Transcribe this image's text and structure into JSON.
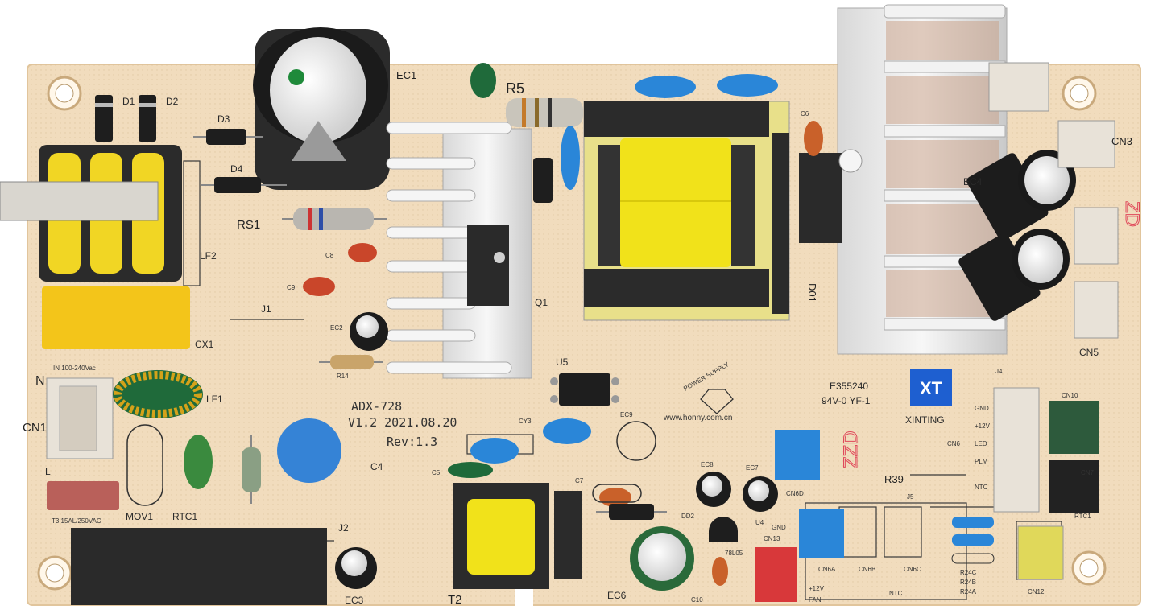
{
  "board": {
    "model": "ADX-728",
    "version": "V1.2  2021.08.20",
    "rev": "Rev:1.3",
    "input_rating": "IN 100-240Vac",
    "fuse": "T3.15AL/250VAC",
    "logo_text": "POWER SUPPLY",
    "website": "www.honny.com.cn",
    "ul_number": "E355240",
    "flammability": "94V-0  YF-1",
    "brand_mark": "XT",
    "brand_name": "XINTING",
    "handwritten_marks": [
      "ZD",
      "ZZD"
    ]
  },
  "refs": {
    "EC1": "EC1",
    "R5": "R5",
    "D1": "D1",
    "D2": "D2",
    "D3": "D3",
    "D4": "D4",
    "RS1": "RS1",
    "LF2": "LF2",
    "C8": "C8",
    "C9": "C9",
    "J1": "J1",
    "EC2": "EC2",
    "R14": "R14",
    "CX1": "CX1",
    "N": "N",
    "LF1": "LF1",
    "CN1": "CN1",
    "L": "L",
    "MOV1": "MOV1",
    "RTC1": "RTC1",
    "C4": "C4",
    "CY3": "CY3",
    "C5": "C5",
    "U5": "U5",
    "EC9": "EC9",
    "Q1": "Q1",
    "C6": "C6",
    "D01": "D01",
    "CN3": "CN3",
    "EC4": "EC4",
    "CN5": "CN5",
    "J4": "J4",
    "CN10": "CN10",
    "CN6": "CN6",
    "CN7": "CN7",
    "R39": "R39",
    "J5": "J5",
    "CN6D": "CN6D",
    "EC8": "EC8",
    "EC7": "EC7",
    "DD2": "DD2",
    "U4": "U4",
    "GND": "GND",
    "CN13": "CN13",
    "L7805": "78L05",
    "J2": "J2",
    "EC3": "EC3",
    "T2": "T2",
    "C7": "C7",
    "EC6": "EC6",
    "C10": "C10",
    "CN6A": "CN6A",
    "CN6B": "CN6B",
    "CN6C": "CN6C",
    "R24C": "R24C",
    "R24B": "R24B",
    "R24A": "R24A",
    "NTC": "NTC",
    "CN12": "CN12",
    "FAN": "FAN",
    "V12": "+12V",
    "RTC1b": "RTC1"
  },
  "cn6_pins": [
    "GND",
    "+12V",
    "LED",
    "PLM",
    "NTC"
  ],
  "colors": {
    "pcb": "#f1dcbd",
    "pcb_edge": "#e8cfa9",
    "silkscreen": "#2a2a2a",
    "transformer_tape": "#f1e21a",
    "ferrite": "#2b2b2b",
    "heatsink": "#ececec",
    "capacitor_blue": "#2a7fd0",
    "capacitor_black": "#1a1a1a",
    "connector_white": "#e8e2d8",
    "connector_blue": "#2a86d8",
    "connector_red": "#d8383a",
    "connector_green": "#2d5a3c",
    "connector_yellow": "#e0d85a",
    "x_cap_yellow": "#f3c51a",
    "varistor_blue": "#3583d6",
    "ntc_green": "#3a8a3e",
    "handwriting_red": "#e0485a",
    "brand_blue": "#1e5fd0"
  }
}
